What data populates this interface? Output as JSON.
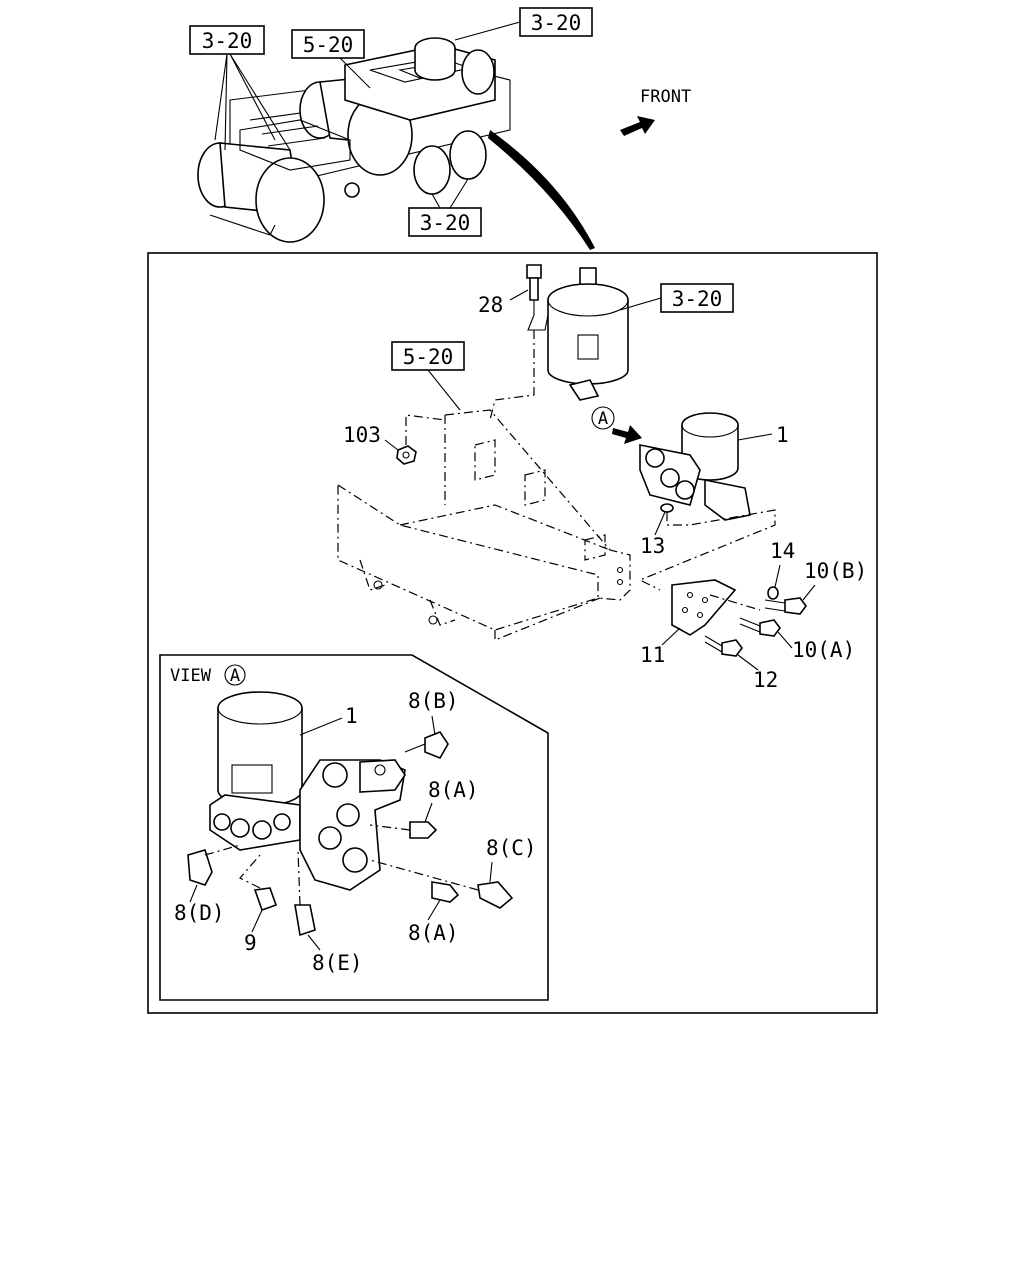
{
  "overview": {
    "ref_top_left": "3-20",
    "ref_top_mid": "5-20",
    "ref_top_right": "3-20",
    "ref_bottom": "3-20",
    "front_label": "FRONT"
  },
  "main": {
    "ref_tank": "3-20",
    "ref_bracket": "5-20",
    "view_marker": "A",
    "callouts": {
      "p28": "28",
      "p103": "103",
      "p1": "1",
      "p13": "13",
      "p14": "14",
      "p10b": "10(B)",
      "p10a": "10(A)",
      "p11": "11",
      "p12": "12"
    }
  },
  "view_a": {
    "title": "VIEW",
    "marker": "A",
    "callouts": {
      "p1": "1",
      "p8b": "8(B)",
      "p8a_upper": "8(A)",
      "p8c": "8(C)",
      "p8d": "8(D)",
      "p9": "9",
      "p8e": "8(E)",
      "p8a_lower": "8(A)"
    }
  }
}
